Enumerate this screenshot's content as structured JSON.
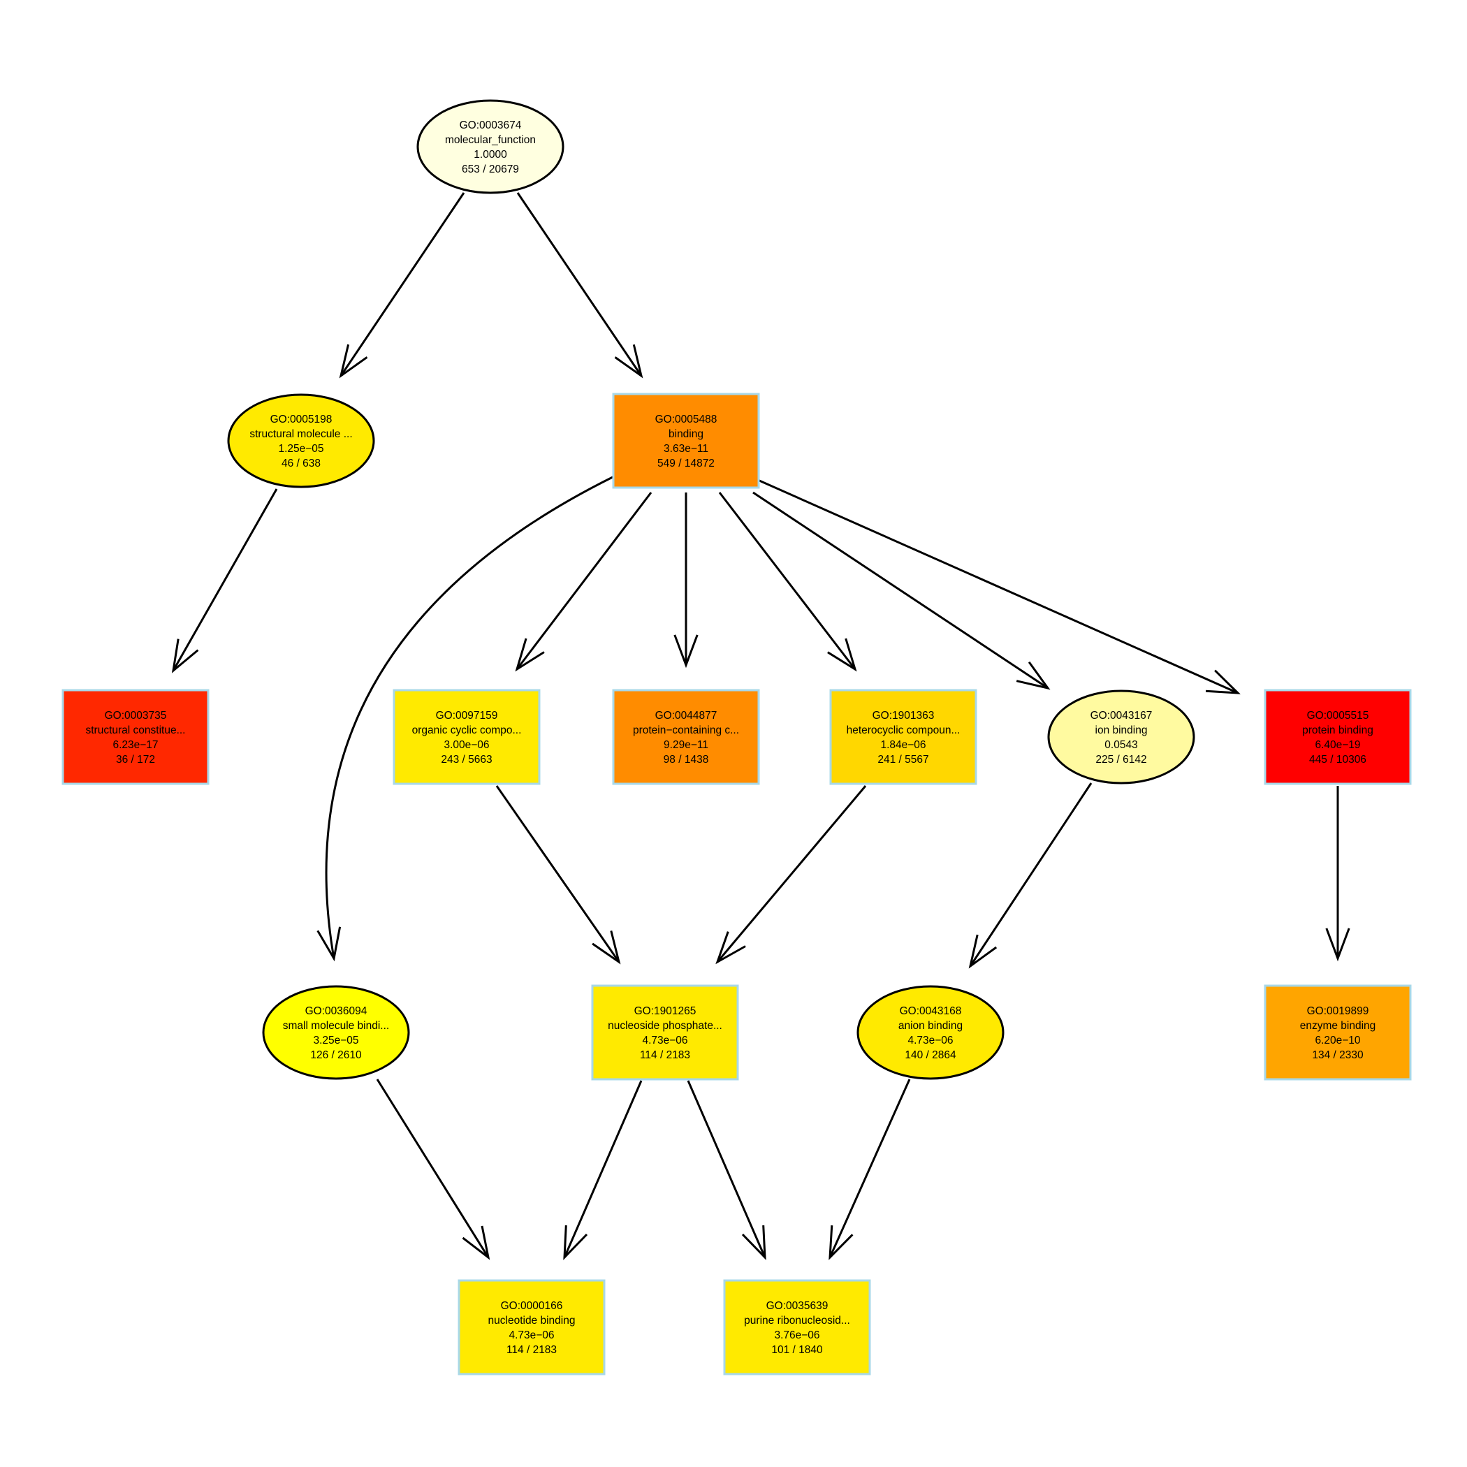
{
  "nodes": [
    {
      "key": "n0003674",
      "shape": "ellipse",
      "fill": "#FFFFE0",
      "lines": [
        "GO:0003674",
        "molecular_function",
        "1.0000",
        "653 / 20679"
      ]
    },
    {
      "key": "n0005198",
      "shape": "ellipse",
      "fill": "#FFEA00",
      "lines": [
        "GO:0005198",
        "structural molecule ...",
        "1.25e−05",
        "46 / 638"
      ]
    },
    {
      "key": "n0005488",
      "shape": "rect",
      "fill": "#FF8C00",
      "lines": [
        "GO:0005488",
        "binding",
        "3.63e−11",
        "549 / 14872"
      ]
    },
    {
      "key": "n0003735",
      "shape": "rect",
      "fill": "#FF2800",
      "lines": [
        "GO:0003735",
        "structural constitue...",
        "6.23e−17",
        "36 / 172"
      ]
    },
    {
      "key": "n0097159",
      "shape": "rect",
      "fill": "#FFEA00",
      "lines": [
        "GO:0097159",
        "organic cyclic compo...",
        "3.00e−06",
        "243 / 5663"
      ]
    },
    {
      "key": "n0044877",
      "shape": "rect",
      "fill": "#FF8C00",
      "lines": [
        "GO:0044877",
        "protein−containing c...",
        "9.29e−11",
        "98 / 1438"
      ]
    },
    {
      "key": "n1901363",
      "shape": "rect",
      "fill": "#FFD700",
      "lines": [
        "GO:1901363",
        "heterocyclic compoun...",
        "1.84e−06",
        "241 / 5567"
      ]
    },
    {
      "key": "n0043167",
      "shape": "ellipse",
      "fill": "#FFFAA0",
      "lines": [
        "GO:0043167",
        "ion binding",
        "0.0543",
        "225 / 6142"
      ]
    },
    {
      "key": "n0005515",
      "shape": "rect",
      "fill": "#FF0000",
      "lines": [
        "GO:0005515",
        "protein binding",
        "6.40e−19",
        "445 / 10306"
      ]
    },
    {
      "key": "n0036094",
      "shape": "ellipse",
      "fill": "#FFFF00",
      "lines": [
        "GO:0036094",
        "small molecule bindi...",
        "3.25e−05",
        "126 / 2610"
      ]
    },
    {
      "key": "n1901265",
      "shape": "rect",
      "fill": "#FFEA00",
      "lines": [
        "GO:1901265",
        "nucleoside phosphate...",
        "4.73e−06",
        "114 / 2183"
      ]
    },
    {
      "key": "n0043168",
      "shape": "ellipse",
      "fill": "#FFEA00",
      "lines": [
        "GO:0043168",
        "anion binding",
        "4.73e−06",
        "140 / 2864"
      ]
    },
    {
      "key": "n0019899",
      "shape": "rect",
      "fill": "#FFA500",
      "lines": [
        "GO:0019899",
        "enzyme binding",
        "6.20e−10",
        "134 / 2330"
      ]
    },
    {
      "key": "n0000166",
      "shape": "rect",
      "fill": "#FFEA00",
      "lines": [
        "GO:0000166",
        "nucleotide binding",
        "4.73e−06",
        "114 / 2183"
      ]
    },
    {
      "key": "n0035639",
      "shape": "rect",
      "fill": "#FFEA00",
      "lines": [
        "GO:0035639",
        "purine ribonucleosid...",
        "3.76e−06",
        "101 / 1840"
      ]
    }
  ],
  "edges": [
    {
      "from": "n0003674",
      "to": "n0005198"
    },
    {
      "from": "n0003674",
      "to": "n0005488"
    },
    {
      "from": "n0005198",
      "to": "n0003735"
    },
    {
      "from": "n0005488",
      "to": "n0036094"
    },
    {
      "from": "n0005488",
      "to": "n0097159"
    },
    {
      "from": "n0005488",
      "to": "n0044877"
    },
    {
      "from": "n0005488",
      "to": "n1901363"
    },
    {
      "from": "n0005488",
      "to": "n0043167"
    },
    {
      "from": "n0005488",
      "to": "n0005515"
    },
    {
      "from": "n0097159",
      "to": "n1901265"
    },
    {
      "from": "n1901363",
      "to": "n1901265"
    },
    {
      "from": "n0043167",
      "to": "n0043168"
    },
    {
      "from": "n0005515",
      "to": "n0019899"
    },
    {
      "from": "n0036094",
      "to": "n0000166"
    },
    {
      "from": "n1901265",
      "to": "n0000166"
    },
    {
      "from": "n1901265",
      "to": "n0035639"
    },
    {
      "from": "n0043168",
      "to": "n0035639"
    }
  ]
}
